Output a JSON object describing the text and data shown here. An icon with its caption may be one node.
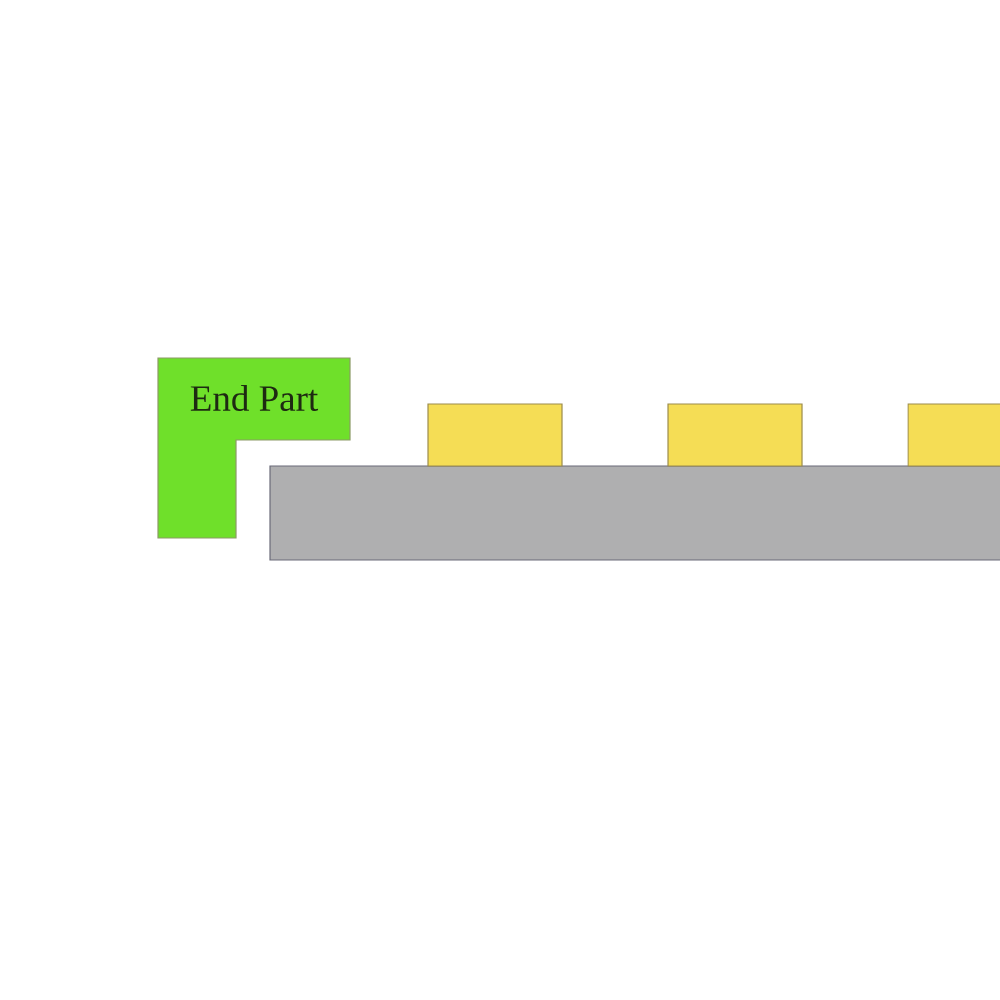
{
  "diagram": {
    "nodes": [
      {
        "text": [
          "End Part"
        ]
      },
      {
        "text": [],
        "shape": "box"
      },
      {
        "text": [],
        "shape": "box"
      },
      {
        "text": [],
        "shape": "box"
      },
      {
        "text": [],
        "shape": "box"
      }
    ]
  }
}
